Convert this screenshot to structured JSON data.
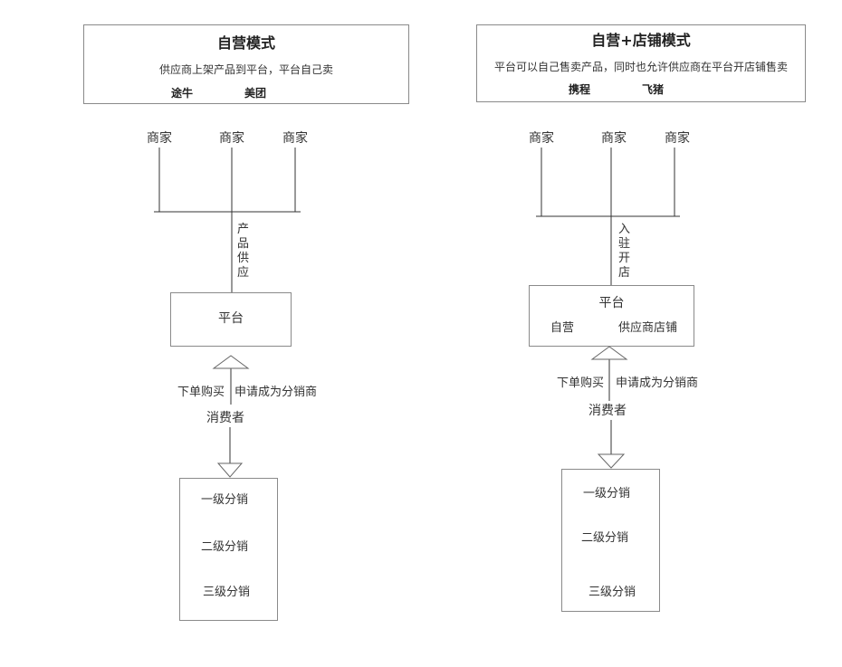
{
  "left": {
    "header": {
      "title": "自营模式",
      "description": "供应商上架产品到平台，平台自己卖",
      "example1": "途牛",
      "example2": "美团"
    },
    "merchants": [
      "商家",
      "商家",
      "商家"
    ],
    "link_label": "产品供应",
    "platform": {
      "title": "平台"
    },
    "flow_left_label": "下单购买",
    "flow_right_label": "申请成为分销商",
    "consumer": "消费者",
    "levels": [
      "一级分销",
      "二级分销",
      "三级分销"
    ]
  },
  "right": {
    "header": {
      "title": "自营+店铺模式",
      "description": "平台可以自己售卖产品，同时也允许供应商在平台开店铺售卖",
      "example1": "携程",
      "example2": "飞猪"
    },
    "merchants": [
      "商家",
      "商家",
      "商家"
    ],
    "link_label": "入驻开店",
    "platform": {
      "title": "平台",
      "sub_left": "自营",
      "sub_right": "供应商店铺"
    },
    "flow_left_label": "下单购买",
    "flow_right_label": "申请成为分销商",
    "consumer": "消费者",
    "levels": [
      "一级分销",
      "二级分销",
      "三级分销"
    ]
  }
}
